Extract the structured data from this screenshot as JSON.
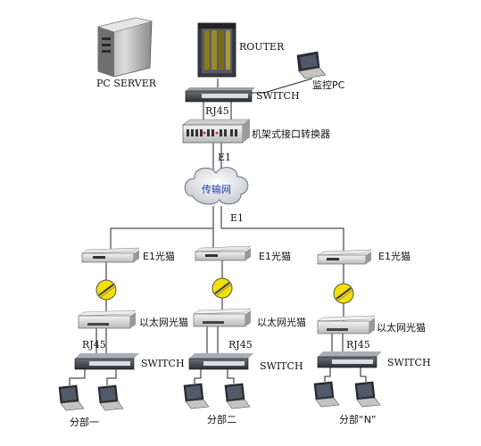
{
  "top": {
    "pc_server": "PC SERVER",
    "router": "ROUTER",
    "switch": "SWITCH",
    "monitor_pc": "监控PC",
    "rj45": "RJ45",
    "rack_converter": "机架式接口转换器",
    "e1_top": "E1"
  },
  "network": {
    "cloud": "传输网",
    "e1_mid": "E1"
  },
  "branches": [
    {
      "e1_modem": "E1光猫",
      "eth_modem": "以太网光猫",
      "rj45": "RJ45",
      "switch": "SWITCH",
      "name": "分部一"
    },
    {
      "e1_modem": "E1光猫",
      "eth_modem": "以太网光猫",
      "rj45": "RJ45",
      "switch": "SWITCH",
      "name": "分部二"
    },
    {
      "e1_modem": "E1光猫",
      "eth_modem": "以太网光猫",
      "rj45": "RJ45",
      "switch": "SWITCH",
      "name": "分部“N”"
    }
  ],
  "colors": {
    "line": "#222222",
    "cloud_label": "#1f3fa8",
    "fiber_coil": "#f2e000"
  }
}
